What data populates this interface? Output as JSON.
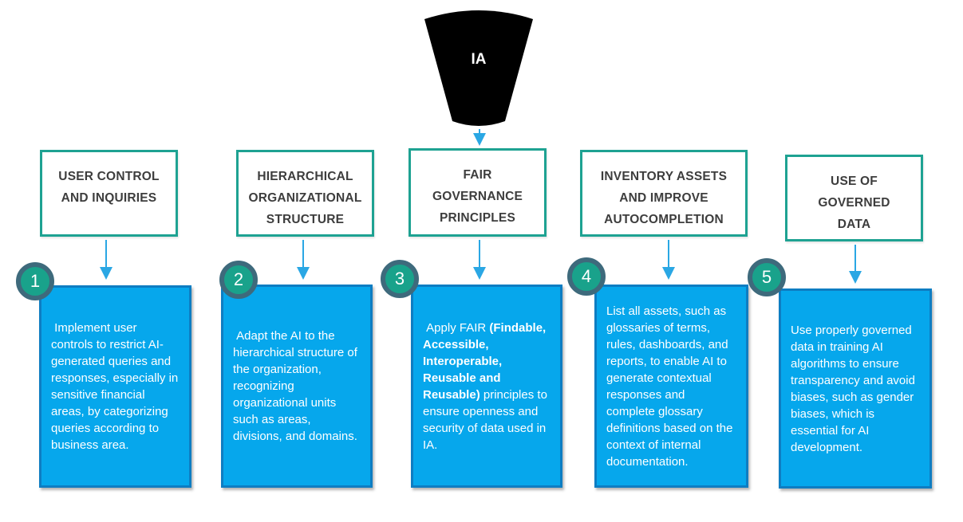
{
  "fan": {
    "label": "IA"
  },
  "palette": {
    "fan_fill": "#000000",
    "teal_border": "#1ea292",
    "header_text": "#3d3d3d",
    "box_fill": "#06a7ec",
    "box_border": "#0e7dc2",
    "arrow": "#2aa7e4",
    "badge_fill": "#19a28b",
    "badge_ring": "#3e6a7c",
    "body_text": "#ffffff"
  },
  "columns": [
    {
      "number": "1",
      "header": "USER CONTROL\nAND INQUIRIES",
      "body": [
        {
          "text": " Implement user controls to restrict AI-generated queries and responses, especially in sensitive financial areas, by categorizing queries according to business area.",
          "bold": false
        }
      ]
    },
    {
      "number": "2",
      "header": "HIERARCHICAL\nORGANIZATIONAL\nSTRUCTURE",
      "body": [
        {
          "text": " Adapt the AI to the hierarchical structure of the organization, recognizing organizational units such as areas, divisions, and domains.",
          "bold": false
        }
      ]
    },
    {
      "number": "3",
      "header": "FAIR\nGOVERNANCE\nPRINCIPLES",
      "body": [
        {
          "text": " Apply FAIR ",
          "bold": false
        },
        {
          "text": "(Findable, Accessible, Interoperable, Reusable and Reusable)",
          "bold": true
        },
        {
          "text": " principles to ensure openness and security of data used in IA.",
          "bold": false
        }
      ]
    },
    {
      "number": "4",
      "header": "INVENTORY ASSETS\nAND IMPROVE\nAUTOCOMPLETION",
      "body": [
        {
          "text": "List all assets, such as glossaries of terms, rules, dashboards, and reports, to enable AI to generate contextual responses and complete glossary definitions based on the context of internal documentation.",
          "bold": false
        }
      ]
    },
    {
      "number": "5",
      "header": "USE OF\nGOVERNED\nDATA",
      "body": [
        {
          "text": "Use properly governed data in training AI algorithms to ensure transparency and avoid biases, such as gender biases, which is essential for AI development.",
          "bold": false
        }
      ]
    }
  ]
}
